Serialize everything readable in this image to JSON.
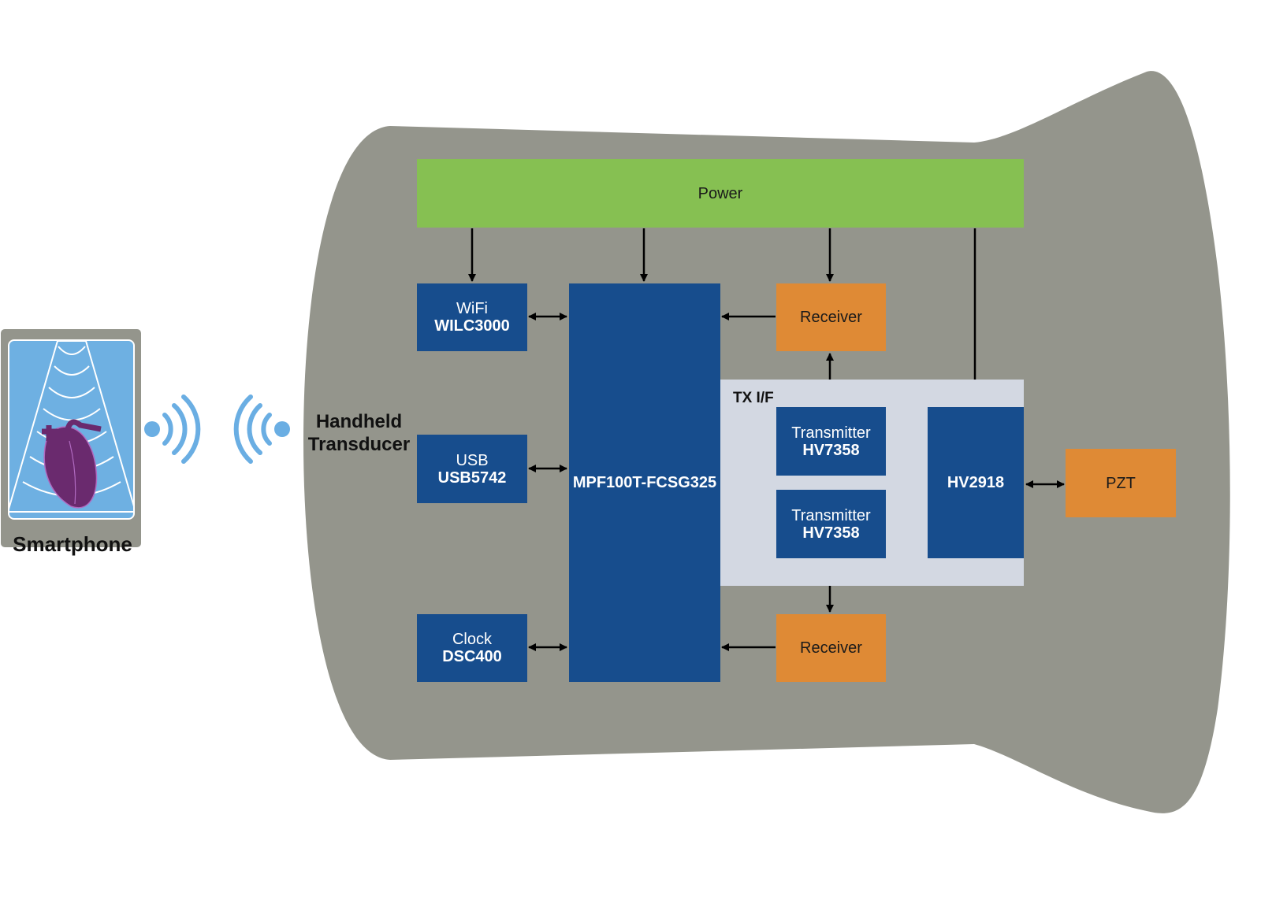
{
  "handheld": {
    "label_line1": "Handheld",
    "label_line2": "Transducer",
    "body_color": "#94958c"
  },
  "smartphone": {
    "label": "Smartphone",
    "icon": "heart-ultrasound-icon",
    "screen_color": "#6eb0e2",
    "heart_color": "#6a2a6e"
  },
  "wireless": {
    "icon": "wireless-signal-icon",
    "color": "#6aaee3"
  },
  "blocks": {
    "power": "Power",
    "wifi": {
      "line1": "WiFi",
      "line2": "WILC3000"
    },
    "usb": {
      "line1": "USB",
      "line2": "USB5742"
    },
    "clock": {
      "line1": "Clock",
      "line2": "DSC400"
    },
    "fpga": "MPF100T-FCSG325",
    "receiver_top": "Receiver",
    "receiver_bottom": "Receiver",
    "tx_if": "TX I/F",
    "transmitter_top": {
      "line1": "Transmitter",
      "line2": "HV7358"
    },
    "transmitter_bottom": {
      "line1": "Transmitter",
      "line2": "HV7358"
    },
    "hv_switch": "HV2918",
    "pzt": "PZT"
  },
  "colors": {
    "blue_block": "#174d8d",
    "orange_block": "#df8a35",
    "green_block": "#86c052",
    "tx_if_panel": "#d3d8e2"
  }
}
